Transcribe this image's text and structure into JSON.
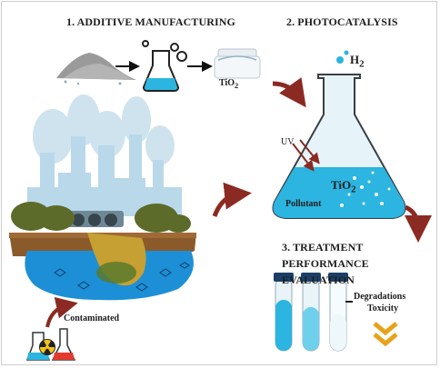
{
  "steps": {
    "step1_title": "1. ADDITIVE MANUFACTURING",
    "step2_title": "2. PHOTOCATALYSIS",
    "step3_title": "3. TREATMENT PERFORMANCE EVALUATION"
  },
  "labels": {
    "tio2_jar": "TiO",
    "tio2_jar_sub": "2",
    "hydrogen": "H",
    "hydrogen_sub": "2",
    "uv": "UV",
    "tio2_flask": "TiO",
    "tio2_flask_sub": "2",
    "pollutant": "Pollutant",
    "contaminated": "Contaminated",
    "degradations": "Degradations",
    "toxicity": "Toxicity"
  },
  "colors": {
    "water_blue": "#1c8fd6",
    "liquid_cyan": "#2bb5e0",
    "arrow_red": "#8b2a22",
    "soil_brown": "#8a5a2b",
    "smoke_blue": "#b9d8ea",
    "tree_green": "#5d6b2a",
    "chevron_orange": "#e8a21a"
  },
  "icons": [
    "powder-pile-icon",
    "flask-icon",
    "tio2-jar-icon",
    "erlenmeyer-flask-icon",
    "factory-icon",
    "test-tube-icon",
    "chevron-down-icon",
    "radioactive-icon"
  ]
}
